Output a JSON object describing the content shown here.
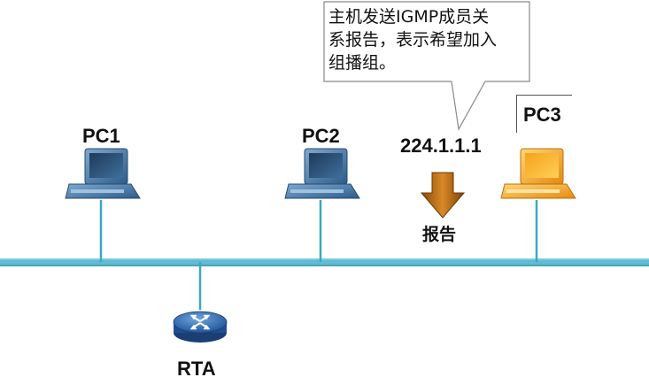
{
  "callout": {
    "text": "主机发送IGMP成员关\n系报告，表示希望加入\n组播组。"
  },
  "labels": {
    "pc1": "PC1",
    "pc2": "PC2",
    "pc3": "PC3",
    "router": "RTA",
    "group_address": "224.1.1.1",
    "report": "报告"
  },
  "colors": {
    "bus_line": "#5fbcd3",
    "pc_normal": "#4a7aa6",
    "pc_highlight": "#f2a61a",
    "arrow": "#b86a12",
    "router": "#2f64a8"
  },
  "icons": {
    "pc1": "desktop-computer-icon",
    "pc2": "desktop-computer-icon",
    "pc3": "desktop-computer-highlighted-icon",
    "router": "router-icon",
    "arrow": "down-arrow-icon"
  }
}
